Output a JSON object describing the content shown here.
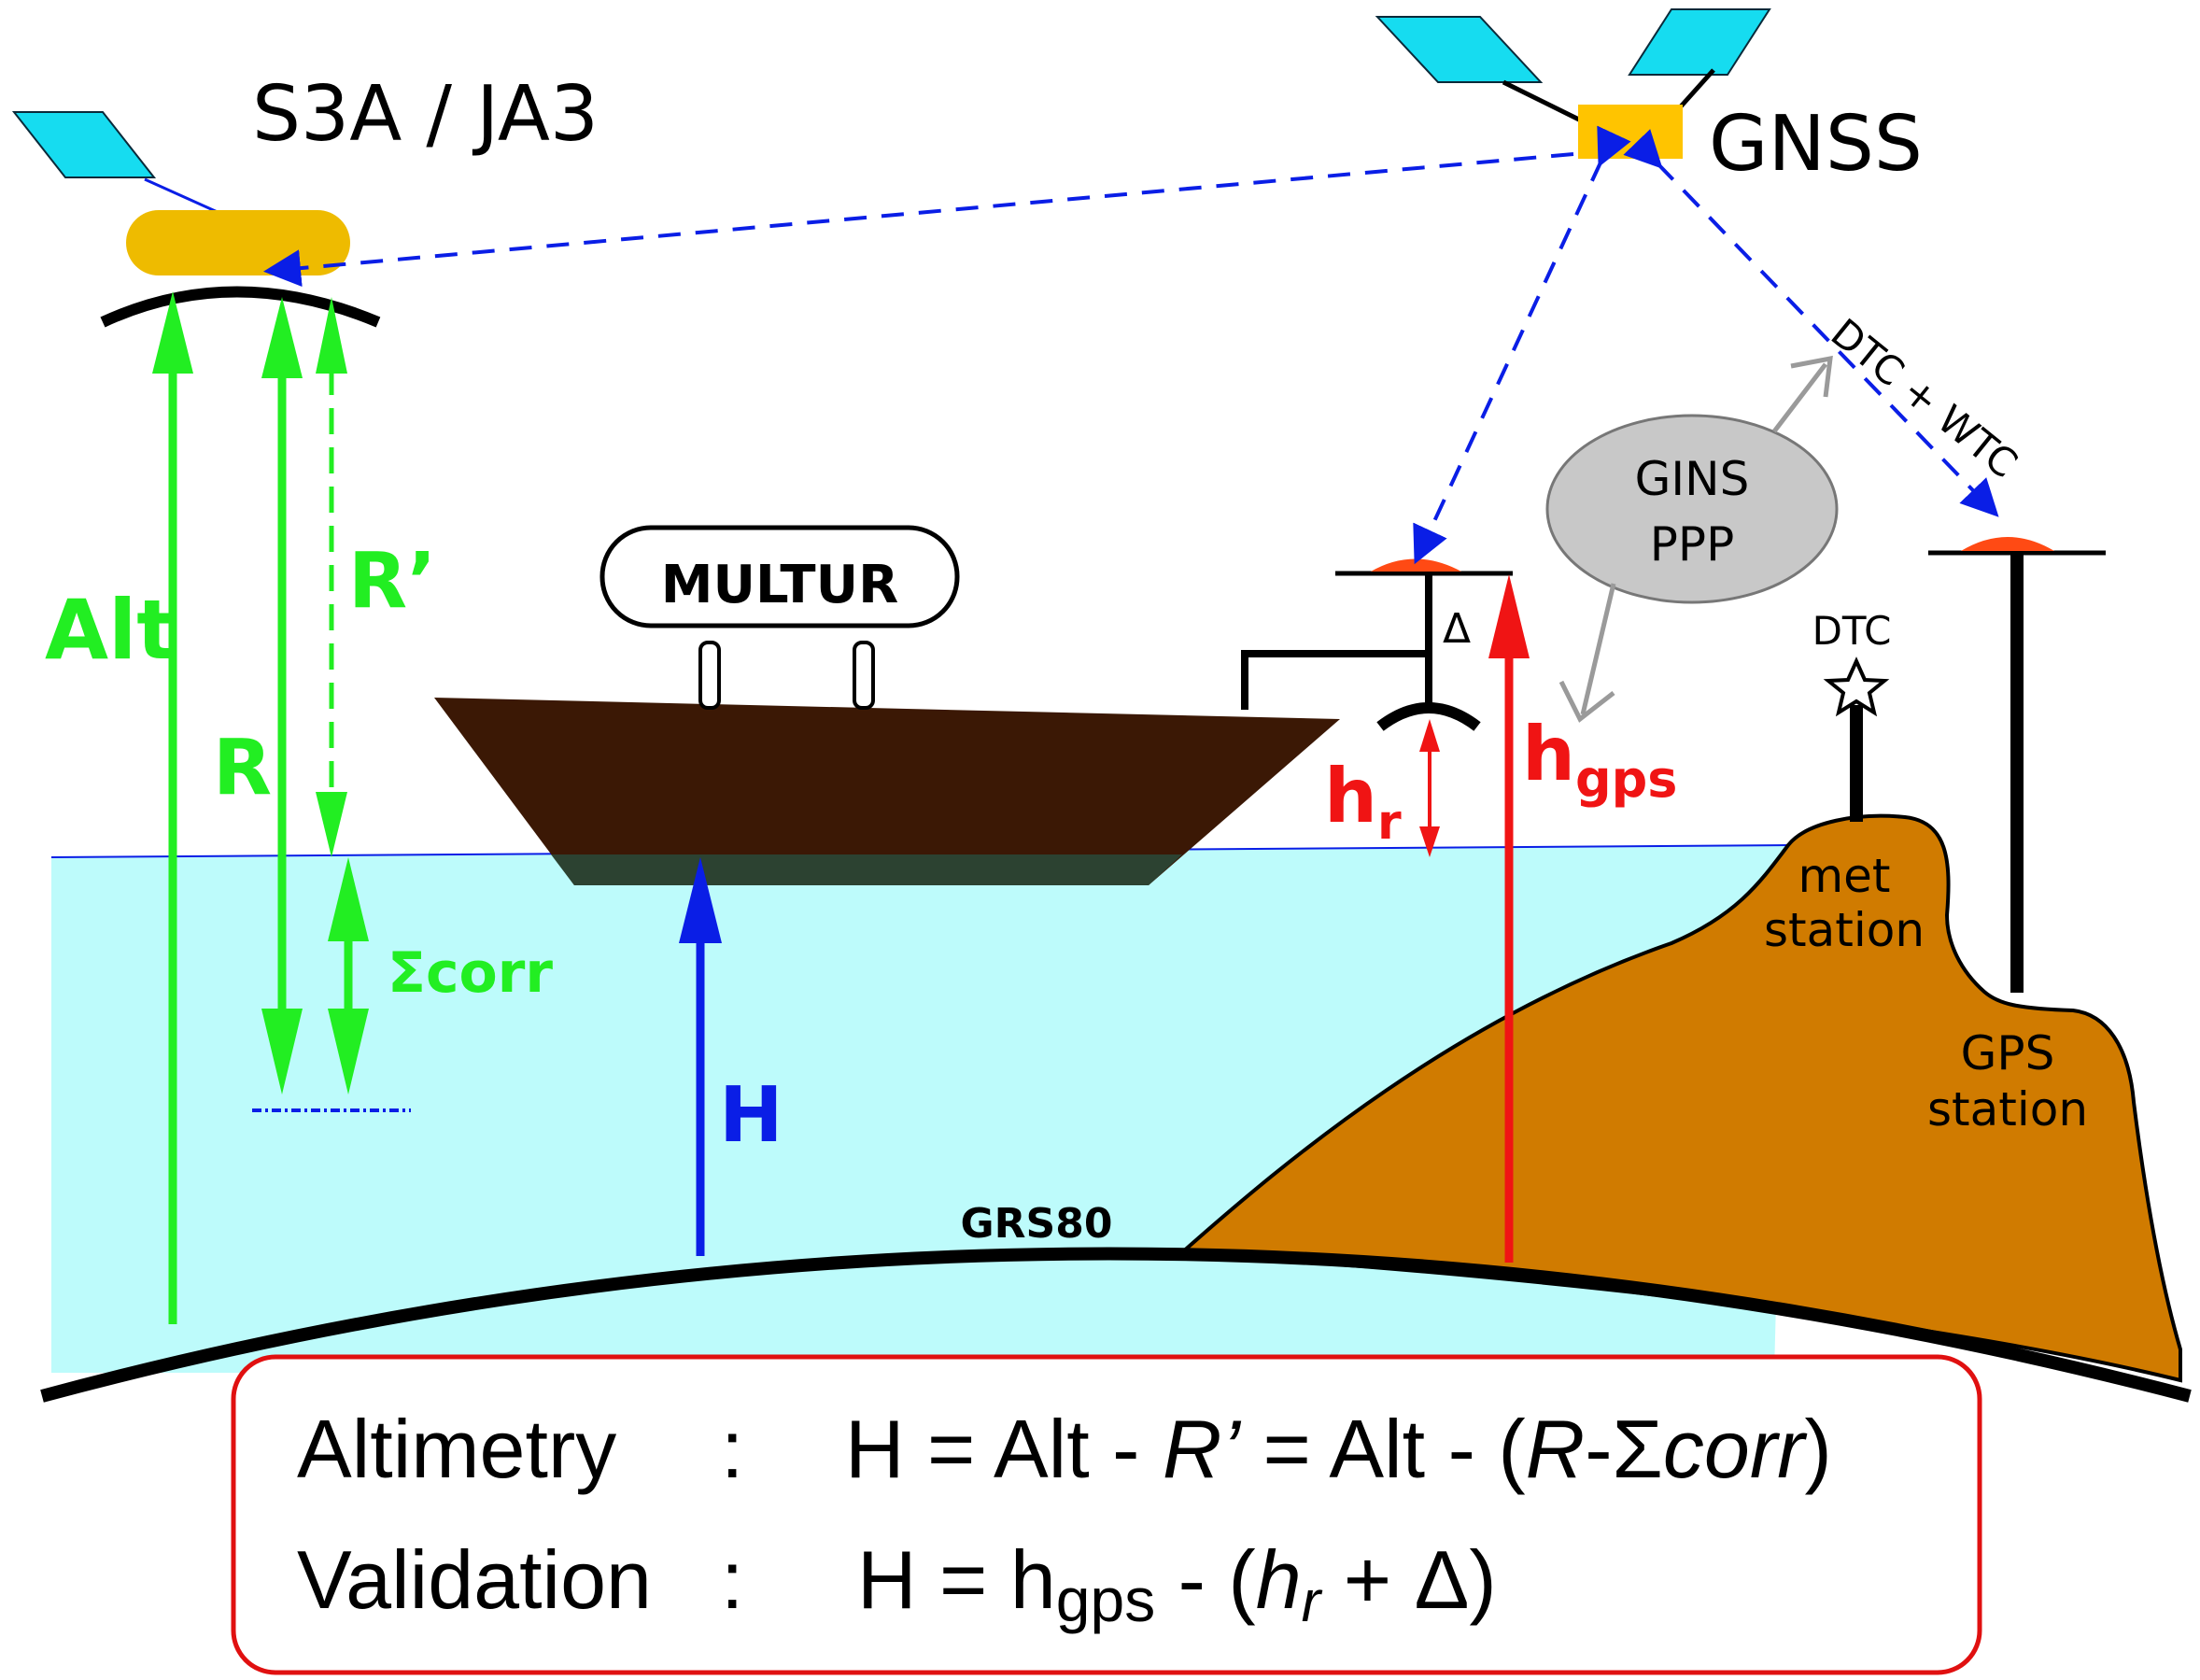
{
  "labels": {
    "altimeter_satellite": "S3A / JA3",
    "gnss": "GNSS",
    "alt": "Alt",
    "r_prime": "R’",
    "r": "R",
    "sigma_corr": "Σcorr",
    "h": "H",
    "multur": "MULTUR",
    "delta": "Δ",
    "h_r_main": "h",
    "h_r_sub": "r",
    "h_gps_main": "h",
    "h_gps_sub": "gps",
    "gins_line1": "GINS",
    "gins_line2": "PPP",
    "dtc_wtc": "DTC + WTC",
    "dtc": "DTC",
    "met_line1": "met",
    "met_line2": "station",
    "gps_line1": "GPS",
    "gps_line2": "station",
    "grs80": "GRS80"
  },
  "equations": {
    "altimetry_label": "Altimetry",
    "altimetry_colon": ":",
    "altimetry_part1": "H = Alt - ",
    "altimetry_rprime": "R’",
    "altimetry_part2": " = Alt - (",
    "altimetry_r": "R",
    "altimetry_minus": "-Σ",
    "altimetry_corr": "corr",
    "altimetry_close": ")",
    "validation_label": "Validation",
    "validation_colon": ":",
    "validation_part1": "H = h",
    "validation_gps": "gps",
    "validation_part2": " - (",
    "validation_h": "h",
    "validation_r": "r",
    "validation_part3": " + Δ)"
  },
  "colors": {
    "sea": "#bdfbfb",
    "land": "#d07b00",
    "boat": "#3b1805",
    "green": "#22ee22",
    "blue": "#0a1ee6",
    "red": "#f01414",
    "panel": "#16dcf0",
    "satellite_body": "#eebb00",
    "antenna": "#ff4a14",
    "gins_fill": "#c8c8c8",
    "box_border": "#e01010"
  }
}
